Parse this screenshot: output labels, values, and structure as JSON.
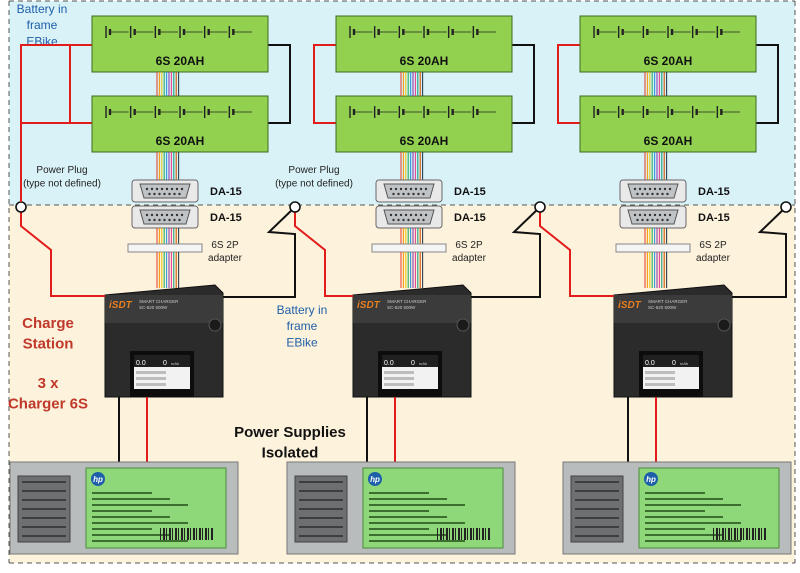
{
  "colors": {
    "top_zone_fill": "#d9f2f8",
    "bottom_zone_fill": "#fdf2dc",
    "battery_fill": "#92d050",
    "wire_red": "#e21b1b",
    "wire_black": "#111111",
    "charger_body": "#2b2b2b",
    "psu_body": "#b9bcbd",
    "psu_label": "#8fd87a",
    "blue_text": "#1f5fa8",
    "red_text": "#c0392b"
  },
  "labels": {
    "battery_in_frame_top": "Battery in\nframe\nEBike",
    "battery_in_frame_mid": "Battery in\nframe\nEBike",
    "battery_pack": "6S 20AH",
    "connector": "DA-15",
    "adapter": "6S 2P\nadapter",
    "power_plug": "Power Plug\n(type not defined)",
    "charge_station": "Charge\nStation",
    "chargers_count": "3 x\nCharger 6S",
    "power_supplies": "Power Supplies\nIsolated",
    "charger_brand": "iSDT",
    "charger_model": "SMART CHARGER\nSC-620  500W",
    "screen_voltage": "0.0",
    "screen_current": "0",
    "screen_unit": "mAh",
    "psu_brand": "hp"
  },
  "icons": [
    "battery-cell-icon",
    "db15-connector-icon",
    "plug-ring-icon",
    "fan-grille-icon"
  ]
}
